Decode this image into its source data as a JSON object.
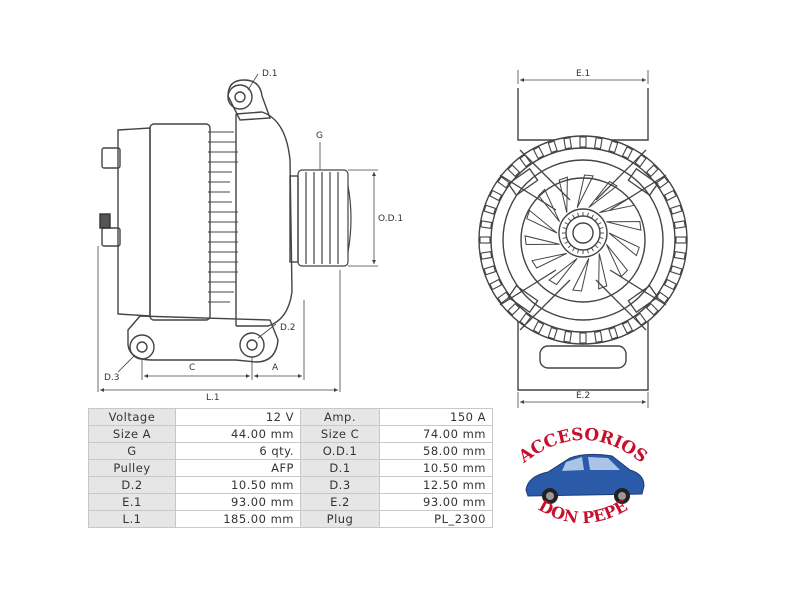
{
  "drawing": {
    "labels": {
      "d1": "D.1",
      "g": "G",
      "od1": "O.D.1",
      "d2": "D.2",
      "d3": "D.3",
      "c": "C",
      "a": "A",
      "l1": "L.1",
      "e1": "E.1",
      "e2": "E.2"
    }
  },
  "specs": [
    {
      "k1": "Voltage",
      "v1": "12 V",
      "k2": "Amp.",
      "v2": "150 A"
    },
    {
      "k1": "Size A",
      "v1": "44.00 mm",
      "k2": "Size C",
      "v2": "74.00 mm"
    },
    {
      "k1": "G",
      "v1": "6 qty.",
      "k2": "O.D.1",
      "v2": "58.00 mm"
    },
    {
      "k1": "Pulley",
      "v1": "AFP",
      "k2": "D.1",
      "v2": "10.50 mm"
    },
    {
      "k1": "D.2",
      "v1": "10.50 mm",
      "k2": "D.3",
      "v2": "12.50 mm"
    },
    {
      "k1": "E.1",
      "v1": "93.00 mm",
      "k2": "E.2",
      "v2": "93.00 mm"
    },
    {
      "k1": "L.1",
      "v1": "185.00 mm",
      "k2": "Plug",
      "v2": "PL_2300"
    }
  ],
  "logo": {
    "top_text": "ACCESORIOS",
    "bottom_text": "DON PEPE",
    "color": "#c8102e",
    "car_color": "#2a5aa8"
  }
}
